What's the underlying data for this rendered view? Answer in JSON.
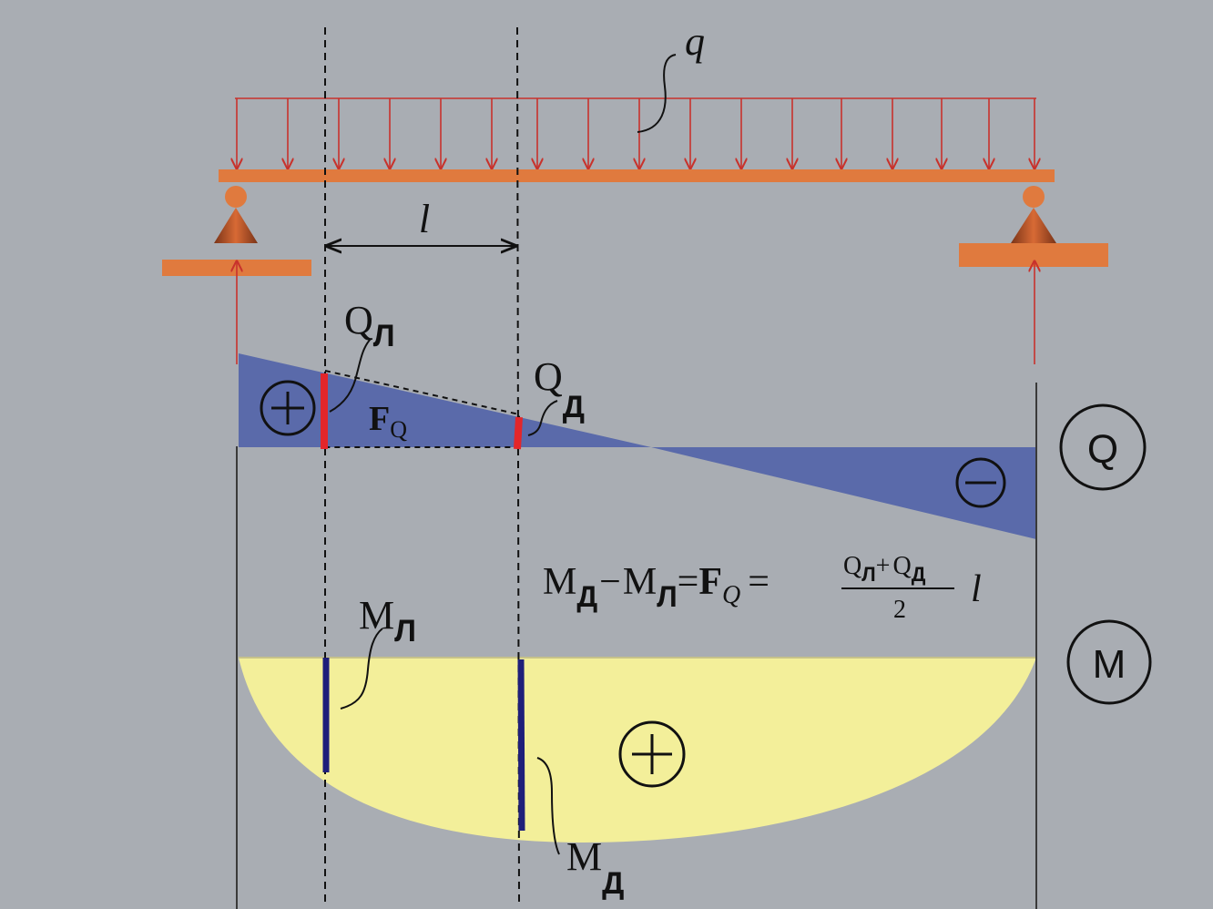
{
  "labels": {
    "load": "q",
    "span": "l",
    "q_left": "Q",
    "q_left_sub": "Л",
    "q_right": "Q",
    "q_right_sub": "Д",
    "area": "F",
    "area_sub": "Q",
    "m_left": "M",
    "m_left_sub": "Л",
    "m_right": "M",
    "m_right_sub": "Д",
    "q_diagram": "Q",
    "m_diagram": "M",
    "plus": "+",
    "minus": "−"
  },
  "formula": {
    "m1": "M",
    "m1_sub": "Д",
    "minus": "−",
    "m2": "M",
    "m2_sub": "Л",
    "eq1": "=",
    "f": "F",
    "f_sub": "Q",
    "eq2": "=",
    "num_q1": "Q",
    "num_q1_sub": "Л",
    "num_plus": "+",
    "num_q2": "Q",
    "num_q2_sub": "Д",
    "den": "2",
    "l": "l"
  },
  "colors": {
    "beam": "#e07a3e",
    "load_arrows": "#c8322c",
    "shear_fill": "#5a6aaa",
    "moment_fill": "#f3ef9a",
    "section_red": "#e3262a",
    "section_blue": "#1f1f7a"
  }
}
